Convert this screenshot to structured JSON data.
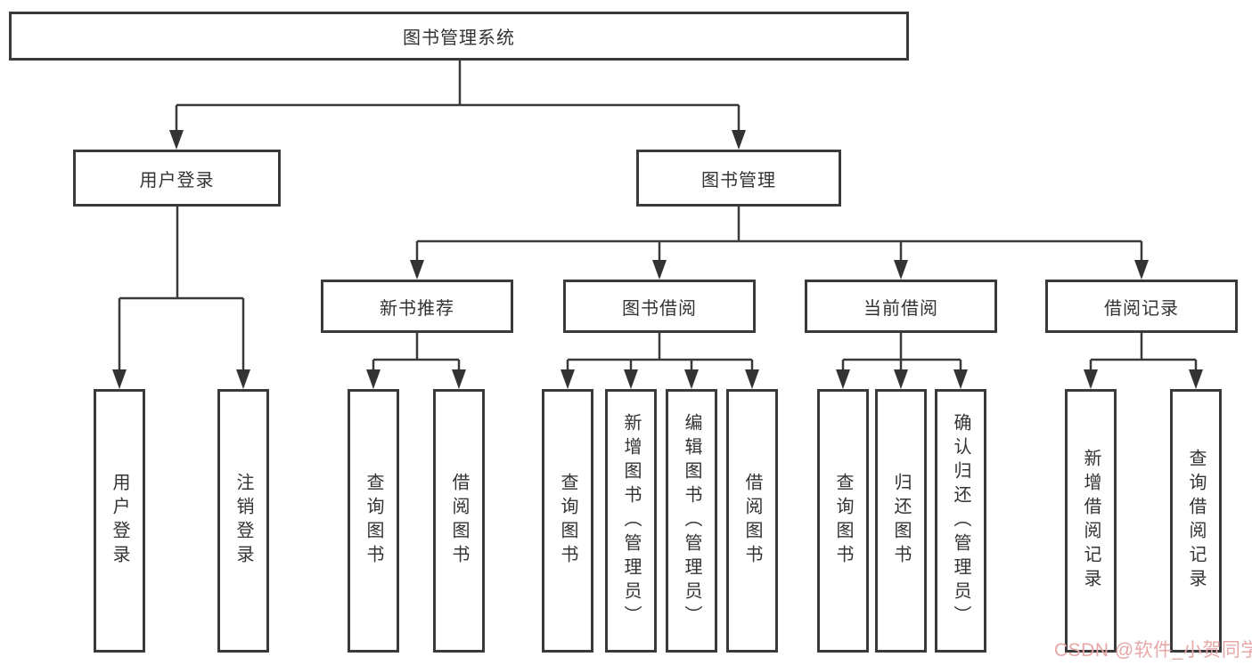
{
  "diagram": {
    "root": {
      "label": "图书管理系统",
      "children": [
        {
          "label": "用户登录",
          "children": [
            {
              "label": "用户登录"
            },
            {
              "label": "注销登录"
            }
          ]
        },
        {
          "label": "图书管理",
          "children": [
            {
              "label": "新书推荐",
              "children": [
                {
                  "label": "查询图书"
                },
                {
                  "label": "借阅图书"
                }
              ]
            },
            {
              "label": "图书借阅",
              "children": [
                {
                  "label": "查询图书"
                },
                {
                  "label": "新增图书（管理员）"
                },
                {
                  "label": "编辑图书（管理员）"
                },
                {
                  "label": "借阅图书"
                }
              ]
            },
            {
              "label": "当前借阅",
              "children": [
                {
                  "label": "查询图书"
                },
                {
                  "label": "归还图书"
                },
                {
                  "label": "确认归还（管理员）"
                }
              ]
            },
            {
              "label": "借阅记录",
              "children": [
                {
                  "label": "新增借阅记录"
                },
                {
                  "label": "查询借阅记录"
                }
              ]
            }
          ]
        }
      ]
    }
  },
  "watermark": {
    "text": "CSDN @软件_小贺同学"
  },
  "colors": {
    "line": "#3a3a3a",
    "box_border": "#3a3a3a",
    "box_fill": "#ffffff",
    "text": "#333333",
    "watermark": "#e8a7a7",
    "background": "#ffffff"
  }
}
